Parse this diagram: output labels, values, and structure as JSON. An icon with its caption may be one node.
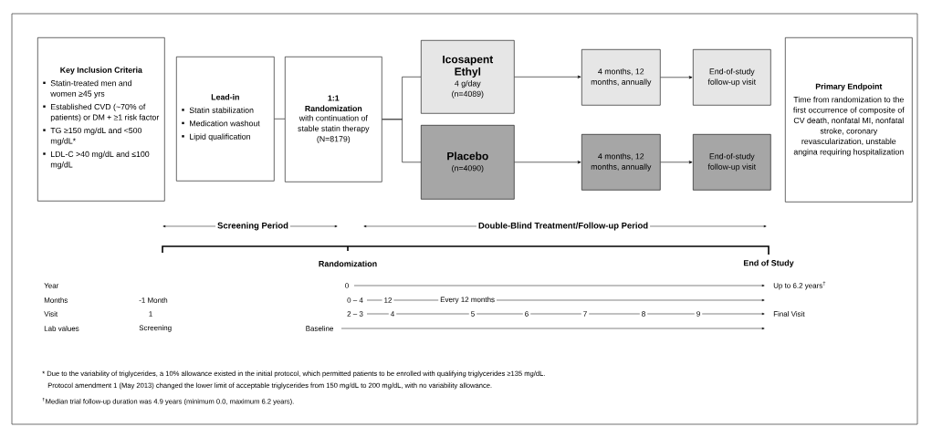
{
  "diagram": {
    "nodes": [
      {
        "text": [
          "Key Inclusion Criteria",
          "Statin-treated men and women ≥45 yrs",
          "Established CVD (~70% of patients) or DM + ≥1 risk factor",
          "TG ≥150 mg/dL and <500 mg/dL*",
          "LDL-C >40 mg/dL and ≤100 mg/dL"
        ]
      },
      {
        "text": [
          "Lead-in",
          "Statin stabilization",
          "Medication washout",
          "Lipid qualification"
        ]
      },
      {
        "text": [
          "1:1 Randomization",
          "with continuation of stable statin therapy",
          "(N=8179)"
        ]
      },
      {
        "text": [
          "Icosapent Ethyl",
          "4 g/day",
          "(n=4089)"
        ]
      },
      {
        "text": [
          "Placebo",
          "(n=4090)"
        ]
      },
      {
        "text": [
          "4 months, 12 months, annually"
        ]
      },
      {
        "text": [
          "End-of-study follow-up visit"
        ]
      },
      {
        "text": [
          "4 months, 12 months, annually"
        ]
      },
      {
        "text": [
          "End-of-study follow-up visit"
        ]
      },
      {
        "text": [
          "Primary Endpoint",
          "Time from randomization to the first occurrence of composite of CV death, nonfatal MI, nonfatal stroke, coronary revascularization, unstable angina requiring hospitalization"
        ]
      }
    ],
    "edges": [
      {
        "from": 1,
        "to": 2,
        "arrow": "none"
      },
      {
        "from": 2,
        "to": 3,
        "arrow": "none"
      },
      {
        "from": 2,
        "to": 4,
        "arrow": "none"
      },
      {
        "from": 3,
        "to": 5,
        "arrow": "to"
      },
      {
        "from": 5,
        "to": 6,
        "arrow": "to"
      },
      {
        "from": 4,
        "to": 7,
        "arrow": "to"
      },
      {
        "from": 7,
        "to": 8,
        "arrow": "to"
      }
    ],
    "labels": [
      "Screening Period",
      "Double-Blind Treatment/Follow-up Period",
      "Randomization",
      "End of Study",
      "Year",
      "0",
      "Up to 6.2 years$^{†}$",
      "Months",
      "-1 Month",
      "0 – 4",
      "12",
      "Every 12 months",
      "Visit",
      "1",
      "2 – 3",
      "4",
      "5",
      "6",
      "7",
      "8",
      "9",
      "Final Visit",
      "Lab values",
      "Screening",
      "Baseline",
      "* Due to the variability of triglycerides, a 10% allowance existed in the initial protocol, which permitted patients to be enrolled with qualifying triglycerides ≥135 mg/dL.",
      "Protocol amendment 1 (May 2013) changed the lower limit of acceptable triglycerides from 150 mg/dL to 200 mg/dL, with no variability allowance.",
      "$^{†}$Median trial follow-up duration was 4.9 years (minimum 0.0, maximum 6.2 years)."
    ]
  }
}
